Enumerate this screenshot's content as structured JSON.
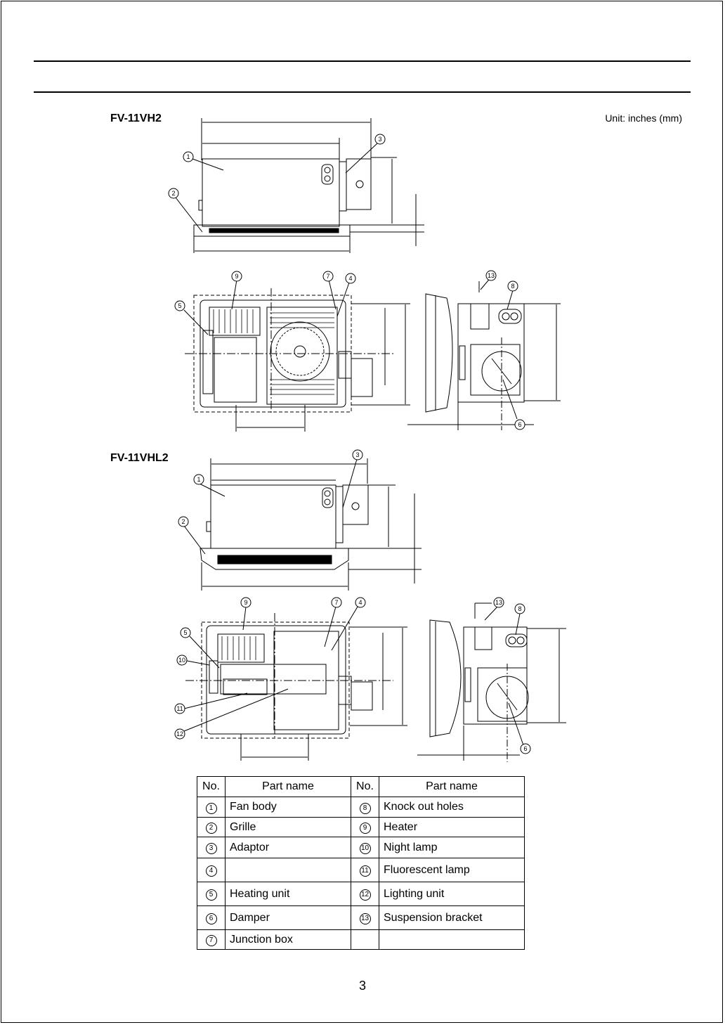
{
  "header": {
    "unit_note": "Unit: inches (mm)"
  },
  "models": {
    "first": "FV-11VH2",
    "second": "FV-11VHL2"
  },
  "callouts": {
    "n1": "1",
    "n2": "2",
    "n3": "3",
    "n4": "4",
    "n5": "5",
    "n6": "6",
    "n7": "7",
    "n8": "8",
    "n9": "9",
    "n10": "10",
    "n11": "11",
    "n12": "12",
    "n13": "13"
  },
  "parts_table": {
    "headers": {
      "no": "No.",
      "part_name": "Part name"
    },
    "rows": [
      {
        "no_l": "1",
        "name_l": "Fan body",
        "no_r": "8",
        "name_r": "Knock out holes"
      },
      {
        "no_l": "2",
        "name_l": "Grille",
        "no_r": "9",
        "name_r": "Heater"
      },
      {
        "no_l": "3",
        "name_l": "Adaptor",
        "no_r": "10",
        "name_r": "Night lamp"
      },
      {
        "no_l": "4",
        "name_l": "",
        "no_r": "11",
        "name_r": "Fluorescent lamp"
      },
      {
        "no_l": "5",
        "name_l": "Heating unit",
        "no_r": "12",
        "name_r": "Lighting unit"
      },
      {
        "no_l": "6",
        "name_l": "Damper",
        "no_r": "13",
        "name_r": "Suspension bracket"
      },
      {
        "no_l": "7",
        "name_l": "Junction box",
        "no_r": "",
        "name_r": ""
      }
    ]
  },
  "page_number": "3"
}
